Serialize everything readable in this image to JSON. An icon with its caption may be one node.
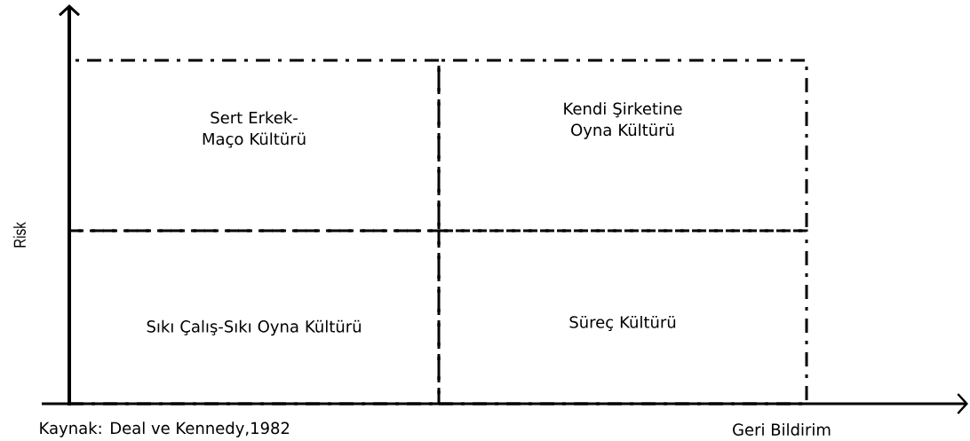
{
  "diagram": {
    "nodes": [
      {
        "text": [
          "Sert Erkek-Maço Kültürü"
        ]
      },
      {
        "text": [
          "Kendi Şirketine Oyna Kültürü"
        ]
      },
      {
        "text": [
          "Sıkı Çalış-Sıkı Oyna Kültürü"
        ]
      },
      {
        "text": [
          "Süreç Kültürü"
        ]
      }
    ],
    "edges": [],
    "labels": [
      "Risk",
      "Kaynak: Deal ve Kennedy,1982",
      "Geri Bildirim"
    ]
  }
}
